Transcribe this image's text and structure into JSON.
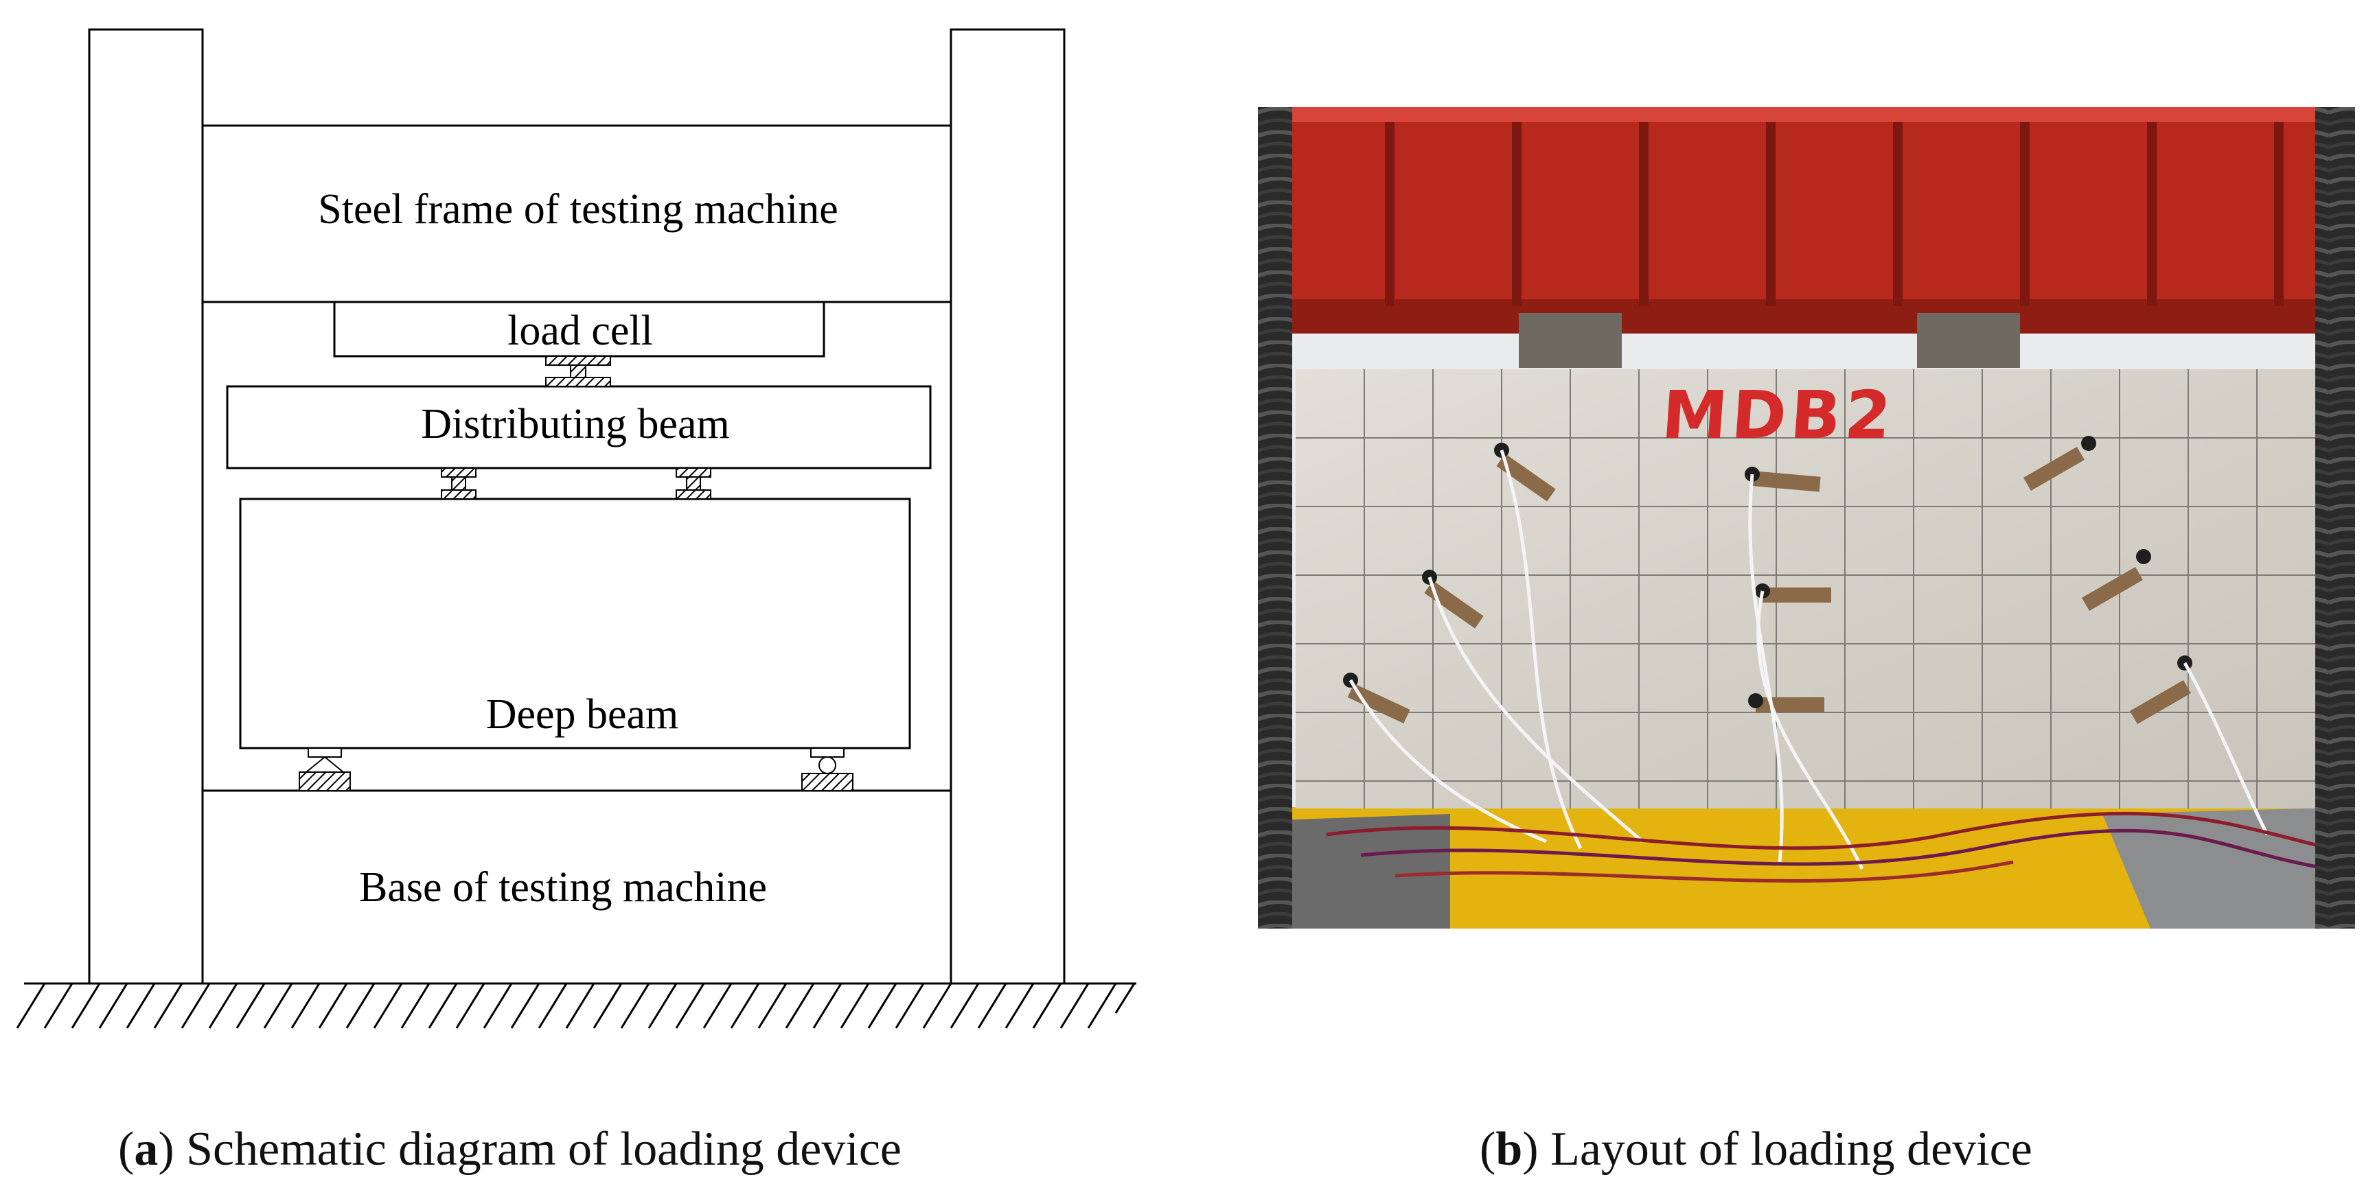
{
  "schematic": {
    "frame_label": "Steel frame of testing machine",
    "load_cell_label": "load cell",
    "distributing_beam_label": "Distributing beam",
    "deep_beam_label": "Deep beam",
    "base_label": "Base of testing machine"
  },
  "photo": {
    "specimen_marking": "MDB2",
    "colors": {
      "steel_frame": "#b82a1e",
      "concrete": "#d9d6cf",
      "floor": "#e8b812",
      "marking": "#d42a2a"
    }
  },
  "captions": {
    "a": {
      "letter": "a",
      "text": "Schematic diagram of loading device"
    },
    "b": {
      "letter": "b",
      "text": "Layout of loading device"
    }
  }
}
